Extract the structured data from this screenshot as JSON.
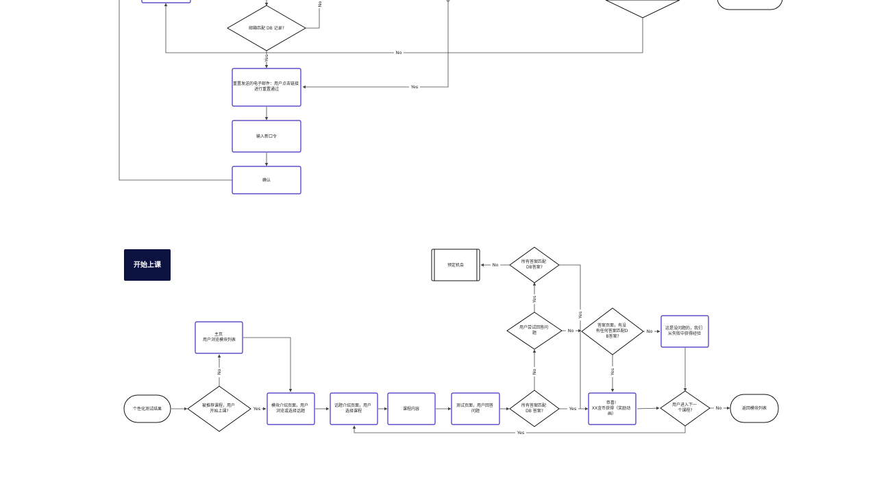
{
  "colors": {
    "process_border": "#3a2dbf",
    "decision_border": "#111111",
    "edge": "#444444",
    "title_bg": "#0c1240",
    "title_text": "#ffffff"
  },
  "section_title": "开始上课",
  "edge_labels": {
    "yes": "Yes",
    "no": "No"
  },
  "nodes": {
    "reset_decision": [
      "邮箱匹配 DB 记录?"
    ],
    "reset_email": [
      "重置发送的电子邮件：用户点击链接",
      "进行重置通过"
    ],
    "new_password": [
      "输入新口令"
    ],
    "confirm": [
      "确认"
    ],
    "quiz_result": [
      "个性化测试结果"
    ],
    "recommended": [
      "被推荐课程，用户",
      "开始上课?"
    ],
    "home": [
      "主页",
      "用户浏览模块列表"
    ],
    "module_intro": [
      "模块介绍页面，用户",
      "浏览或选择话题"
    ],
    "topic_intro": [
      "话题介绍页面，用户",
      "选择课程"
    ],
    "lesson": [
      "课程内容"
    ],
    "test_page": [
      "测试页面，用户回答",
      "问题"
    ],
    "all_match_1": [
      "所有答案匹配",
      "DB 答案?"
    ],
    "retry": [
      "用户尝试回答问",
      "题"
    ],
    "all_match_2": [
      "所有答案匹配",
      "DB答案?"
    ],
    "booking": [
      "预定机会"
    ],
    "answer_page": [
      "答案页面，有没",
      "有任何答案匹配D",
      "B答案?"
    ],
    "learn_from_fail": [
      "这是没问题的，我们",
      "从失败中获得经验"
    ],
    "congrats": [
      "恭喜!",
      "XX金币获得（奖励动",
      "画）"
    ],
    "next_lesson": [
      "用户进入下一",
      "个课程?"
    ],
    "back_list": [
      "返回模块列表"
    ]
  }
}
